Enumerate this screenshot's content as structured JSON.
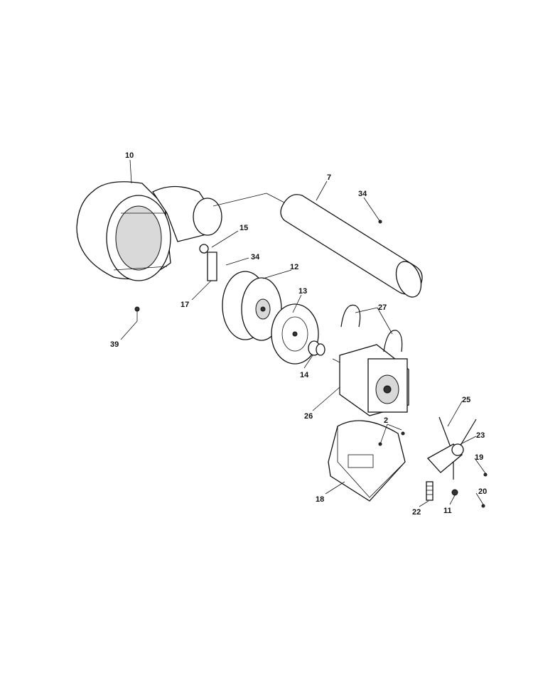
{
  "callouts": {
    "c10": "10",
    "c7": "7",
    "c34a": "34",
    "c15": "15",
    "c34b": "34",
    "c12": "12",
    "c17": "17",
    "c13": "13",
    "c27": "27",
    "c39": "39",
    "c14": "14",
    "c26": "26",
    "c25": "25",
    "c2": "2",
    "c23": "23",
    "c19": "19",
    "c20": "20",
    "c18": "18",
    "c22": "22",
    "c11": "11"
  }
}
